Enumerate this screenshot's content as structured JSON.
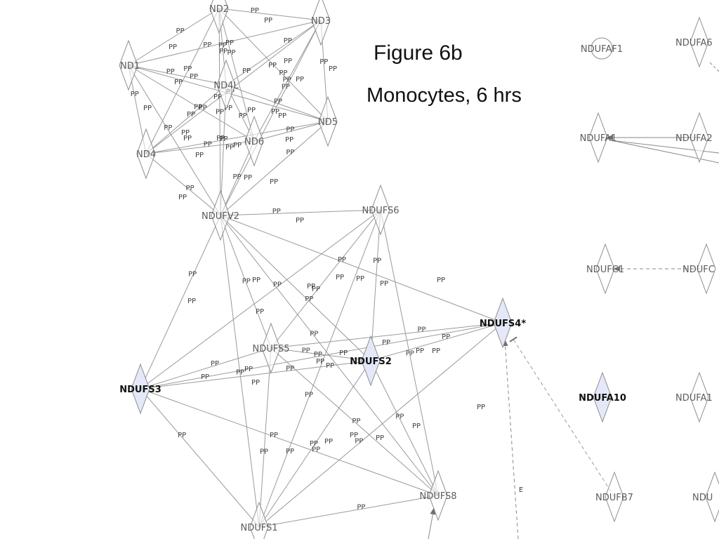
{
  "figure": {
    "title": "Figure 6b",
    "subtitle": "Monocytes, 6 hrs"
  },
  "network": {
    "nodes": [
      {
        "id": "ND2",
        "label": "ND2",
        "shape": "diamond",
        "highlighted": false
      },
      {
        "id": "ND3",
        "label": "ND3",
        "shape": "diamond",
        "highlighted": false
      },
      {
        "id": "ND1",
        "label": "ND1",
        "shape": "diamond",
        "highlighted": false
      },
      {
        "id": "ND4L",
        "label": "ND4L",
        "shape": "diamond",
        "highlighted": false
      },
      {
        "id": "ND5",
        "label": "ND5",
        "shape": "diamond",
        "highlighted": false
      },
      {
        "id": "ND4",
        "label": "ND4",
        "shape": "diamond",
        "highlighted": false
      },
      {
        "id": "ND6",
        "label": "ND6",
        "shape": "diamond",
        "highlighted": false
      },
      {
        "id": "NDUFV2",
        "label": "NDUFV2",
        "shape": "diamond",
        "highlighted": false
      },
      {
        "id": "NDUFS6",
        "label": "NDUFS6",
        "shape": "diamond",
        "highlighted": false
      },
      {
        "id": "NDUFS4",
        "label": "NDUFS4*",
        "shape": "diamond",
        "highlighted": true
      },
      {
        "id": "NDUFS5",
        "label": "NDUFS5",
        "shape": "diamond",
        "highlighted": false
      },
      {
        "id": "NDUFS2",
        "label": "NDUFS2",
        "shape": "diamond",
        "highlighted": true
      },
      {
        "id": "NDUFS3",
        "label": "NDUFS3",
        "shape": "diamond",
        "highlighted": true
      },
      {
        "id": "NDUFS8",
        "label": "NDUFS8",
        "shape": "diamond",
        "highlighted": false
      },
      {
        "id": "NDUFS1",
        "label": "NDUFS1",
        "shape": "diamond",
        "highlighted": false
      },
      {
        "id": "NDUFAF1",
        "label": "NDUFAF1",
        "shape": "circle",
        "highlighted": false
      },
      {
        "id": "NDUFA6",
        "label": "NDUFA6",
        "shape": "diamond",
        "highlighted": false
      },
      {
        "id": "NDUFA1",
        "label": "NDUFA1",
        "shape": "diamond",
        "highlighted": false
      },
      {
        "id": "NDUFA2",
        "label": "NDUFA2",
        "shape": "diamond",
        "highlighted": false
      },
      {
        "id": "NDUFC1",
        "label": "NDUFC1",
        "shape": "diamond",
        "highlighted": false
      },
      {
        "id": "NDUFC2",
        "label": "NDUFC",
        "shape": "diamond",
        "highlighted": false
      },
      {
        "id": "NDUFA10",
        "label": "NDUFA10",
        "shape": "diamond",
        "highlighted": true
      },
      {
        "id": "NDUFA11",
        "label": "NDUFA1",
        "shape": "diamond",
        "highlighted": false
      },
      {
        "id": "NDUFB7",
        "label": "NDUFB7",
        "shape": "diamond",
        "highlighted": false
      },
      {
        "id": "NDUFX",
        "label": "NDU",
        "shape": "diamond",
        "highlighted": false
      }
    ],
    "edges": [
      {
        "from": "ND2",
        "to": "ND3",
        "label": "PP"
      },
      {
        "from": "ND2",
        "to": "ND1",
        "label": "PP"
      },
      {
        "from": "ND2",
        "to": "ND4L",
        "label": "PP"
      },
      {
        "from": "ND2",
        "to": "ND5",
        "label": "PP"
      },
      {
        "from": "ND2",
        "to": "ND6",
        "label": "PP"
      },
      {
        "from": "ND2",
        "to": "ND4",
        "label": "PP"
      },
      {
        "from": "ND2",
        "to": "NDUFV2",
        "label": "PP"
      },
      {
        "from": "ND3",
        "to": "ND1",
        "label": "PP"
      },
      {
        "from": "ND3",
        "to": "ND4L",
        "label": "PP"
      },
      {
        "from": "ND3",
        "to": "ND5",
        "label": "PP"
      },
      {
        "from": "ND3",
        "to": "ND6",
        "label": "PP"
      },
      {
        "from": "ND3",
        "to": "ND4",
        "label": "PP"
      },
      {
        "from": "ND3",
        "to": "NDUFV2",
        "label": "PP"
      },
      {
        "from": "ND1",
        "to": "ND4L",
        "label": "PP"
      },
      {
        "from": "ND1",
        "to": "ND5",
        "label": "PP"
      },
      {
        "from": "ND1",
        "to": "ND6",
        "label": "PP"
      },
      {
        "from": "ND1",
        "to": "ND4",
        "label": "PP"
      },
      {
        "from": "ND1",
        "to": "NDUFV2",
        "label": "PP"
      },
      {
        "from": "ND4L",
        "to": "ND5",
        "label": "PP"
      },
      {
        "from": "ND4L",
        "to": "ND6",
        "label": "PP"
      },
      {
        "from": "ND4L",
        "to": "ND4",
        "label": "PP"
      },
      {
        "from": "ND4L",
        "to": "NDUFV2",
        "label": "PP"
      },
      {
        "from": "ND5",
        "to": "ND6",
        "label": "PP"
      },
      {
        "from": "ND5",
        "to": "ND4",
        "label": "PP"
      },
      {
        "from": "ND5",
        "to": "NDUFV2",
        "label": "PP"
      },
      {
        "from": "ND6",
        "to": "ND4",
        "label": "PP"
      },
      {
        "from": "ND6",
        "to": "NDUFV2",
        "label": "PP"
      },
      {
        "from": "ND4",
        "to": "NDUFV2",
        "label": "PP"
      },
      {
        "from": "NDUFV2",
        "to": "NDUFS6",
        "label": "PP"
      },
      {
        "from": "NDUFV2",
        "to": "NDUFS4",
        "label": "PP"
      },
      {
        "from": "NDUFV2",
        "to": "NDUFS5",
        "label": "PP"
      },
      {
        "from": "NDUFV2",
        "to": "NDUFS2",
        "label": "PP"
      },
      {
        "from": "NDUFV2",
        "to": "NDUFS3",
        "label": "PP"
      },
      {
        "from": "NDUFV2",
        "to": "NDUFS8",
        "label": "PP"
      },
      {
        "from": "NDUFV2",
        "to": "NDUFS1",
        "label": "PP"
      },
      {
        "from": "NDUFS6",
        "to": "NDUFS5",
        "label": "PP"
      },
      {
        "from": "NDUFS6",
        "to": "NDUFS2",
        "label": "PP"
      },
      {
        "from": "NDUFS6",
        "to": "NDUFS3",
        "label": "PP"
      },
      {
        "from": "NDUFS6",
        "to": "NDUFS8",
        "label": "PP"
      },
      {
        "from": "NDUFS6",
        "to": "NDUFS1",
        "label": "PP"
      },
      {
        "from": "NDUFS4",
        "to": "NDUFS5",
        "label": "PP"
      },
      {
        "from": "NDUFS4",
        "to": "NDUFS2",
        "label": "PP"
      },
      {
        "from": "NDUFS4",
        "to": "NDUFS3",
        "label": "PP"
      },
      {
        "from": "NDUFS4",
        "to": "NDUFS1",
        "label": "PP"
      },
      {
        "from": "NDUFS5",
        "to": "NDUFS2",
        "label": "PP"
      },
      {
        "from": "NDUFS5",
        "to": "NDUFS3",
        "label": "PP"
      },
      {
        "from": "NDUFS5",
        "to": "NDUFS8",
        "label": "PP"
      },
      {
        "from": "NDUFS5",
        "to": "NDUFS1",
        "label": "PP"
      },
      {
        "from": "NDUFS2",
        "to": "NDUFS3",
        "label": "PP"
      },
      {
        "from": "NDUFS2",
        "to": "NDUFS8",
        "label": "PP"
      },
      {
        "from": "NDUFS2",
        "to": "NDUFS1",
        "label": "PP"
      },
      {
        "from": "NDUFS3",
        "to": "NDUFS8",
        "label": "PP"
      },
      {
        "from": "NDUFS3",
        "to": "NDUFS1",
        "label": "PP"
      },
      {
        "from": "NDUFS8",
        "to": "NDUFS1",
        "label": "PP"
      },
      {
        "from": "NDUFA2",
        "to": "NDUFA1",
        "label": "",
        "style": "arrow"
      },
      {
        "from": "NDUFC2",
        "to": "NDUFC1",
        "label": "",
        "style": "dashed-arrow"
      },
      {
        "from": "NDUFB7",
        "to": "NDUFS4",
        "label": "",
        "style": "dashed-inhibit"
      }
    ],
    "extra_edge_labels": [
      "PP",
      "PP",
      "PP",
      "PP",
      "PP",
      "PP",
      "PP",
      "PP",
      "PP",
      "PP",
      "PP",
      "PP",
      "PP",
      "PP",
      "PP",
      "PP",
      "PP",
      "PP",
      "PP",
      "PP",
      "PP",
      "PP",
      "PP",
      "PP",
      "PP",
      "PP",
      "PP",
      "PP",
      "PP",
      "PP",
      "PP",
      "PP",
      "PP",
      "PP",
      "PP",
      "PP",
      "PP",
      "PP",
      "PP",
      "PP",
      "PP",
      "PP",
      "PP",
      "PP",
      "PP",
      "PP",
      "PP",
      "PP",
      "PP",
      "PP",
      "PP"
    ],
    "offscreen_edges": [
      {
        "label": "E",
        "style": "dashed-arrow",
        "target": "NDUFS4"
      },
      {
        "label": "",
        "style": "arrow",
        "target": "NDUFS8"
      }
    ],
    "colors": {
      "edge": "#9a9a9a",
      "node_stroke": "#8c8c8c",
      "node_fill": "#ffffff",
      "highlight_fill": "#e4e8f8",
      "label": "#5d5d5d",
      "highlight_label": "#111111"
    }
  }
}
